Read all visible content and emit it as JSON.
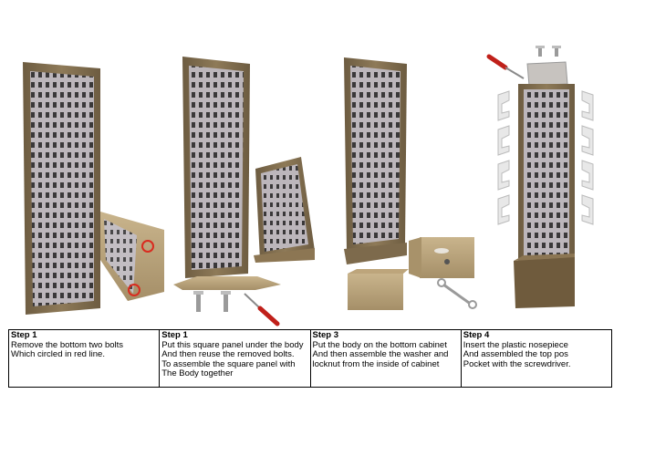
{
  "steps": [
    {
      "title": "Step 1",
      "lines": [
        "Remove the bottom two bolts",
        "Which circled in red line."
      ]
    },
    {
      "title": "Step 1",
      "lines": [
        "Put this square panel under the body",
        "And then reuse the removed bolts.",
        "To assemble the square panel with",
        "The Body together"
      ]
    },
    {
      "title": "Step 3",
      "lines": [
        "Put the body on the bottom cabinet",
        "And then assemble the washer and",
        " locknut from the inside of cabinet"
      ]
    },
    {
      "title": "Step 4",
      "lines": [
        "Insert the plastic nosepiece",
        "And assembled the top pos",
        "Pocket with the screwdriver."
      ]
    }
  ],
  "colors": {
    "frame": "#7a6a4e",
    "panel": "#b9b3b8",
    "hole": "#2b2a2a",
    "base": "#8c7653",
    "highlight": "#d92b1f"
  },
  "icons": [
    "screwdriver-icon",
    "wrench-icon",
    "bolt-icon",
    "nosepiece-icon"
  ]
}
